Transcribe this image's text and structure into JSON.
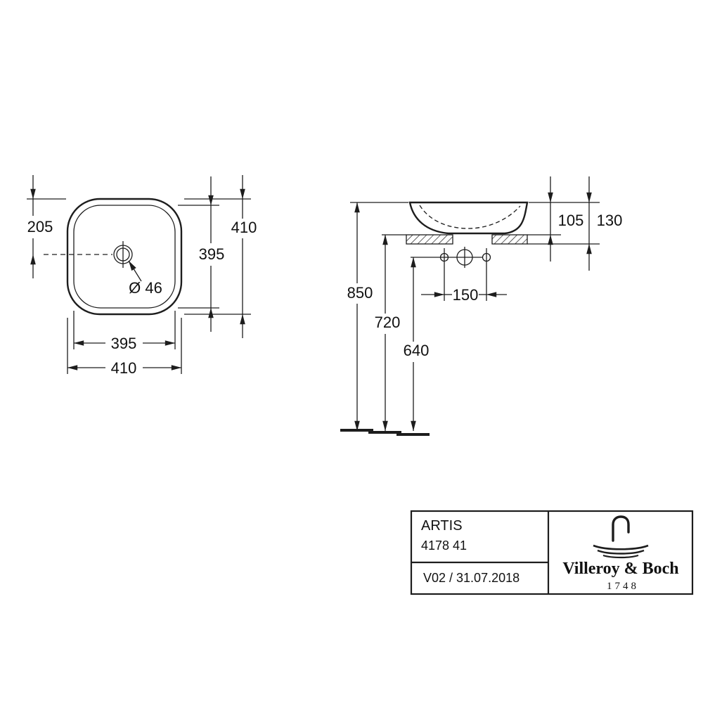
{
  "colors": {
    "line": "#1d1d1d",
    "background": "#ffffff"
  },
  "top_view": {
    "dim_center_offset": "205",
    "dim_outer_height": "410",
    "dim_inner_height": "395",
    "dim_drain_diameter": "Ø 46",
    "dim_inner_width": "395",
    "dim_outer_width": "410"
  },
  "side_view": {
    "dim_height_above_counter": "105",
    "dim_total_height": "130",
    "dim_rim_to_floor": "850",
    "dim_counter_to_floor": "720",
    "dim_holes_to_floor": "640",
    "dim_hole_spacing": "150"
  },
  "title_block": {
    "product_name": "ARTIS",
    "article_number": "4178 41",
    "revision": "V02 / 31.07.2018",
    "brand_name": "Villeroy & Boch",
    "brand_year": "1748",
    "logo_icon": "villeroy-boch-fountain-icon"
  }
}
